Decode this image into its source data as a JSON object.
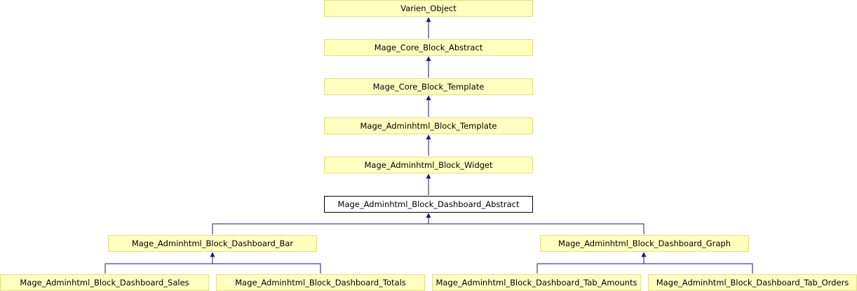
{
  "nodes": {
    "varien_object": "Varien_Object",
    "core_block_abstract": "Mage_Core_Block_Abstract",
    "core_block_template": "Mage_Core_Block_Template",
    "adminhtml_block_template": "Mage_Adminhtml_Block_Template",
    "adminhtml_block_widget": "Mage_Adminhtml_Block_Widget",
    "dashboard_abstract": "Mage_Adminhtml_Block_Dashboard_Abstract",
    "dashboard_bar": "Mage_Adminhtml_Block_Dashboard_Bar",
    "dashboard_graph": "Mage_Adminhtml_Block_Dashboard_Graph",
    "dashboard_sales": "Mage_Adminhtml_Block_Dashboard_Sales",
    "dashboard_totals": "Mage_Adminhtml_Block_Dashboard_Totals",
    "dashboard_tab_amounts": "Mage_Adminhtml_Block_Dashboard_Tab_Amounts",
    "dashboard_tab_orders": "Mage_Adminhtml_Block_Dashboard_Tab_Orders"
  },
  "colors": {
    "node_fill": "#ffffc0",
    "node_border": "#e0e080",
    "current_border": "#000000",
    "edge": "#191970"
  }
}
